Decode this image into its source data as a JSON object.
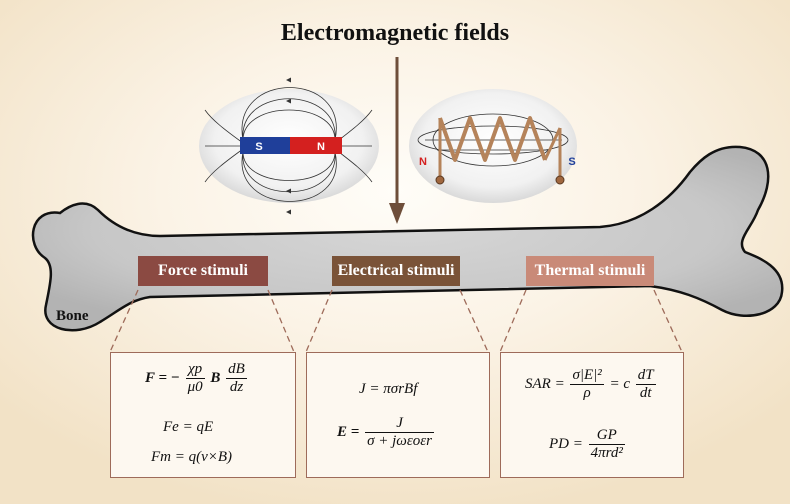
{
  "title": "Electromagnetic fields",
  "bone_label": "Bone",
  "magnet": {
    "south": "S",
    "north": "N"
  },
  "coil": {
    "north": "N",
    "south": "S"
  },
  "stimuli": [
    {
      "label": "Force stimuli",
      "color": "#8b4a42"
    },
    {
      "label": "Electrical stimuli",
      "color": "#7a5338"
    },
    {
      "label": "Thermal stimuli",
      "color": "#c98a78"
    }
  ],
  "equations": {
    "force": {
      "f1_lhs": "F = −",
      "f1_num": "χp",
      "f1_den": "μ0",
      "f1_mid": "B",
      "f1_num2": "dB",
      "f1_den2": "dz",
      "f2": "Fe = qE",
      "f3": "Fm = q(v×B)"
    },
    "electrical": {
      "e1": "J = πσrBf",
      "e2_lhs": "E =",
      "e2_num": "J",
      "e2_den": "σ + jωεoεr"
    },
    "thermal": {
      "t1_lhs": "SAR =",
      "t1_num": "σ|E|²",
      "t1_den": "ρ",
      "t1_mid": "= c",
      "t1_num2": "dT",
      "t1_den2": "dt",
      "t2_lhs": "PD =",
      "t2_num": "GP",
      "t2_den": "4πrd²"
    }
  },
  "colors": {
    "bone_fill": "#c9c9c9",
    "magnet_south": "#1f3f9a",
    "magnet_north": "#d4201f",
    "coil": "#b5835a",
    "arrow": "#6e4e3a",
    "connector": "#9e6b5a"
  }
}
